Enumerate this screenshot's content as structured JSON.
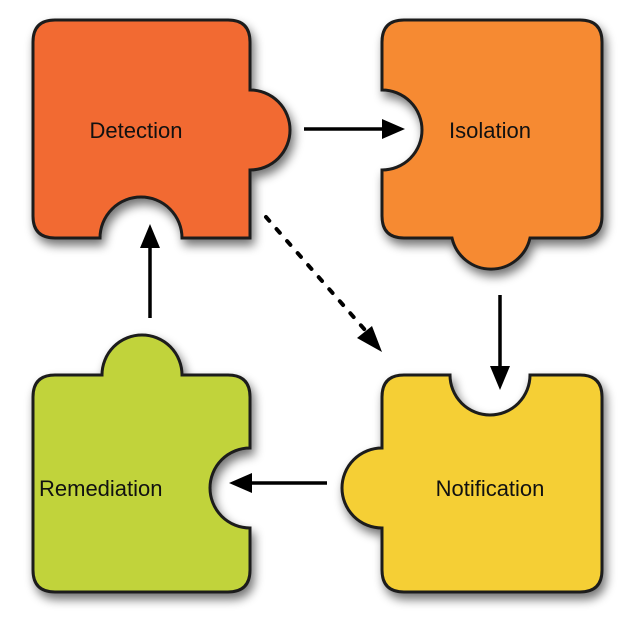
{
  "diagram": {
    "type": "process-cycle",
    "nodes": [
      {
        "id": "detection",
        "label": "Detection",
        "color": "#F26A32"
      },
      {
        "id": "isolation",
        "label": "Isolation",
        "color": "#F68A31"
      },
      {
        "id": "notification",
        "label": "Notification",
        "color": "#F5CF34"
      },
      {
        "id": "remediation",
        "label": "Remediation",
        "color": "#C1D33B"
      }
    ],
    "edges": [
      {
        "from": "detection",
        "to": "isolation",
        "style": "solid"
      },
      {
        "from": "isolation",
        "to": "notification",
        "style": "solid"
      },
      {
        "from": "notification",
        "to": "remediation",
        "style": "solid"
      },
      {
        "from": "remediation",
        "to": "detection",
        "style": "solid"
      },
      {
        "from": "detection",
        "to": "notification",
        "style": "dashed"
      }
    ]
  }
}
